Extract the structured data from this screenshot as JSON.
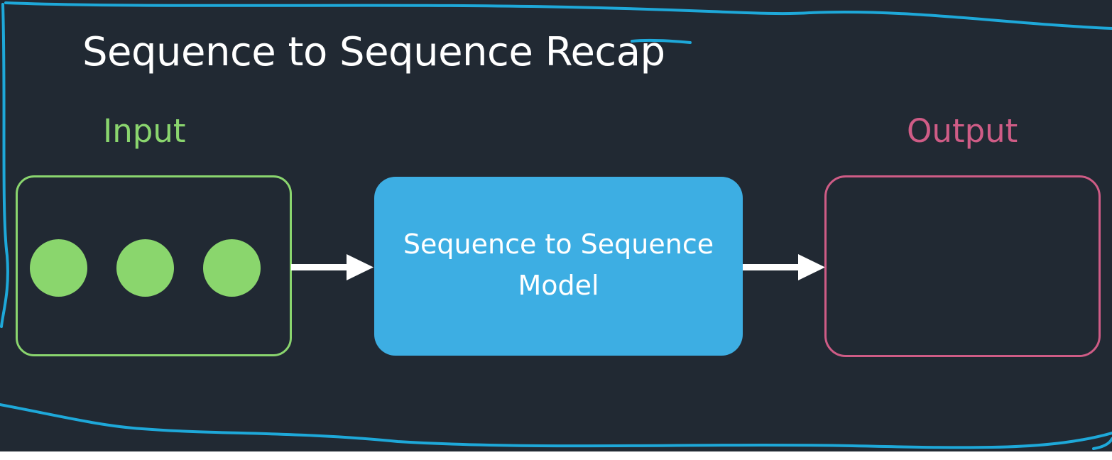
{
  "title": "Sequence to Sequence Recap",
  "input": {
    "label": "Input",
    "color": "#8ad56e",
    "items": 3
  },
  "model": {
    "label": "Sequence to Sequence\nModel",
    "color": "#3daee3"
  },
  "output": {
    "label": "Output",
    "color": "#cf5c86"
  },
  "colors": {
    "background": "#212933",
    "annotation": "#1ea8d9",
    "arrow": "#ffffff"
  }
}
